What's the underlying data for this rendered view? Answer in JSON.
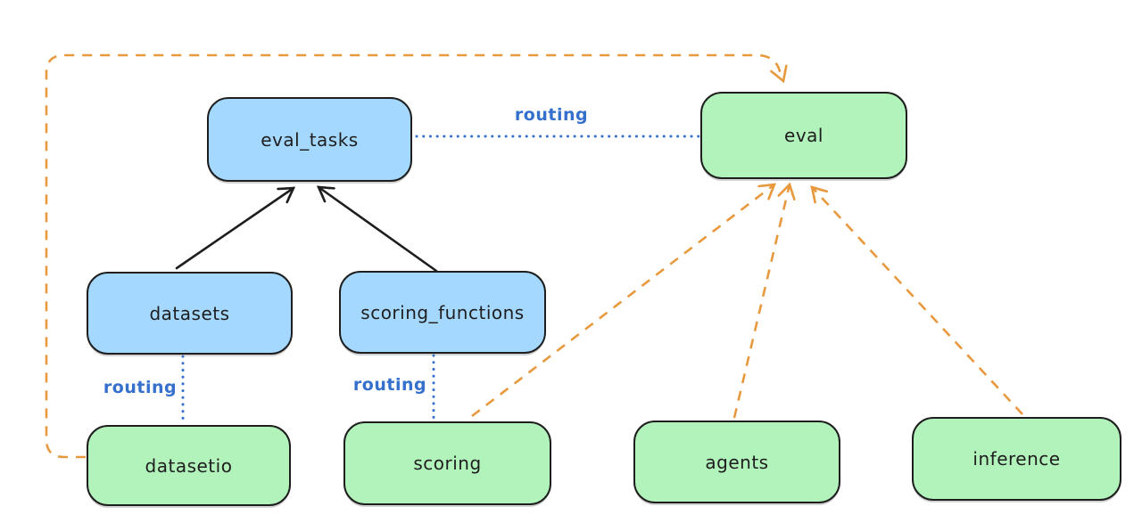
{
  "diagram": {
    "nodes": [
      {
        "id": "eval_tasks",
        "label": "eval_tasks",
        "color": "blue"
      },
      {
        "id": "eval",
        "label": "eval",
        "color": "green"
      },
      {
        "id": "datasets",
        "label": "datasets",
        "color": "blue"
      },
      {
        "id": "scoring_functions",
        "label": "scoring_functions",
        "color": "blue"
      },
      {
        "id": "datasetio",
        "label": "datasetio",
        "color": "green"
      },
      {
        "id": "scoring",
        "label": "scoring",
        "color": "green"
      },
      {
        "id": "agents",
        "label": "agents",
        "color": "green"
      },
      {
        "id": "inference",
        "label": "inference",
        "color": "green"
      }
    ],
    "labels": {
      "routing": "routing"
    },
    "edges": [
      {
        "from": "datasets",
        "to": "eval_tasks",
        "style": "solid-black-arrow"
      },
      {
        "from": "scoring_functions",
        "to": "eval_tasks",
        "style": "solid-black-arrow"
      },
      {
        "from": "eval_tasks",
        "to": "eval",
        "style": "dotted-blue",
        "label": "routing"
      },
      {
        "from": "datasets",
        "to": "datasetio",
        "style": "dotted-blue",
        "label": "routing"
      },
      {
        "from": "scoring_functions",
        "to": "scoring",
        "style": "dotted-blue",
        "label": "routing"
      },
      {
        "from": "datasetio",
        "to": "eval",
        "style": "dashed-orange-arrow"
      },
      {
        "from": "scoring",
        "to": "eval",
        "style": "dashed-orange-arrow"
      },
      {
        "from": "agents",
        "to": "eval",
        "style": "dashed-orange-arrow"
      },
      {
        "from": "inference",
        "to": "eval",
        "style": "dashed-orange-arrow"
      }
    ],
    "colors": {
      "blue_fill": "#a5d8ff",
      "green_fill": "#b2f2bb",
      "stroke": "#1e1e1e",
      "routing_blue": "#3470cc",
      "orange": "#e8993e",
      "background": "#ffffff"
    }
  }
}
